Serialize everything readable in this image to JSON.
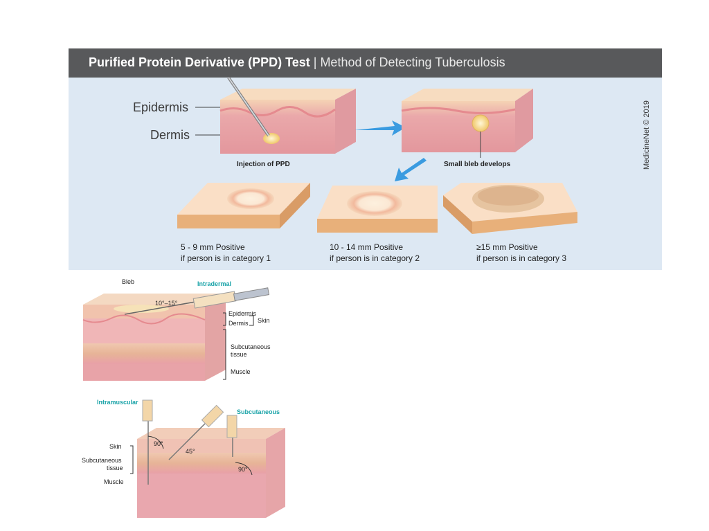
{
  "header": {
    "title_bold": "Purified Protein Derivative (PPD) Test",
    "title_separator": " | ",
    "title_light": "Method of Detecting Tuberculosis"
  },
  "ppd": {
    "epidermis_label": "Epidermis",
    "dermis_label": "Dermis",
    "injection_caption": "Injection of PPD",
    "bleb_caption": "Small bleb develops",
    "copyright": "MedicineNet © 2019",
    "results": [
      {
        "size": "5 - 9 mm Positive",
        "condition": "if person is in category 1"
      },
      {
        "size": "10 - 14 mm Positive",
        "condition": "if person is in category 2"
      },
      {
        "size": "≥15 mm Positive",
        "condition": "if person is in category 3"
      }
    ]
  },
  "intradermal": {
    "bleb": "Bleb",
    "title": "Intradermal",
    "angle": "10°–15°",
    "epidermis": "Epidermis",
    "dermis": "Dermis",
    "skin": "Skin",
    "subcutaneous": "Subcutaneous",
    "tissue": "tissue",
    "muscle": "Muscle"
  },
  "injection_routes": {
    "intramuscular": "Intramuscular",
    "subcutaneous": "Subcutaneous",
    "skin": "Skin",
    "subcutaneous_label": "Subcutaneous",
    "tissue": "tissue",
    "muscle": "Muscle",
    "angle_im": "90°",
    "angle_sc_45": "45°",
    "angle_sc_90": "90°"
  },
  "colors": {
    "header_bg": "#58595b",
    "panel_bg": "#dde8f3",
    "arrow": "#3a9be0",
    "skin": "#e9a9ad",
    "epidermis": "#f3c9a5",
    "teal_label": "#1aa3a8"
  }
}
